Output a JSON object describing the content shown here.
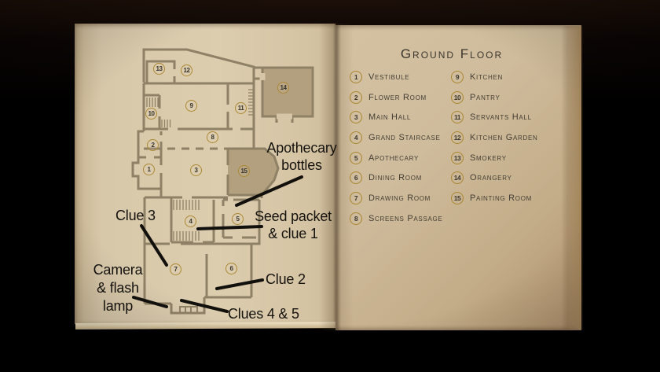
{
  "colors": {
    "background": "#050302",
    "page_left": "#d8c8aa",
    "page_right": "#c9b592",
    "legend_ink": "#3f3a31",
    "badge_gold": "#a8862f",
    "map_wall": "#8f8165",
    "room_fill": "#b3a07e",
    "annotation_ink": "#15120e"
  },
  "legend": {
    "title": "Ground Floor",
    "items_left": [
      {
        "n": "1",
        "label": "Vestibule"
      },
      {
        "n": "2",
        "label": "Flower Room"
      },
      {
        "n": "3",
        "label": "Main Hall"
      },
      {
        "n": "4",
        "label": "Grand Staircase"
      },
      {
        "n": "5",
        "label": "Apothecary"
      },
      {
        "n": "6",
        "label": "Dining Room"
      },
      {
        "n": "7",
        "label": "Drawing Room"
      },
      {
        "n": "8",
        "label": "Screens Passage"
      }
    ],
    "items_right": [
      {
        "n": "9",
        "label": "Kitchen"
      },
      {
        "n": "10",
        "label": "Pantry"
      },
      {
        "n": "11",
        "label": "Servants Hall"
      },
      {
        "n": "12",
        "label": "Kitchen Garden"
      },
      {
        "n": "13",
        "label": "Smokery"
      },
      {
        "n": "14",
        "label": "Orangery"
      },
      {
        "n": "15",
        "label": "Painting Room"
      }
    ]
  },
  "map": {
    "markers": [
      "1",
      "2",
      "3",
      "4",
      "5",
      "6",
      "7",
      "8",
      "9",
      "10",
      "11",
      "12",
      "13",
      "14",
      "15"
    ]
  },
  "annotations": {
    "apothecary_bottles": "Apothecary bottles",
    "seed_packet": "Seed packet & clue 1",
    "clue3": "Clue 3",
    "camera_flash": "Camera & flash lamp",
    "clue2": "Clue 2",
    "clues45": "Clues 4 & 5"
  }
}
